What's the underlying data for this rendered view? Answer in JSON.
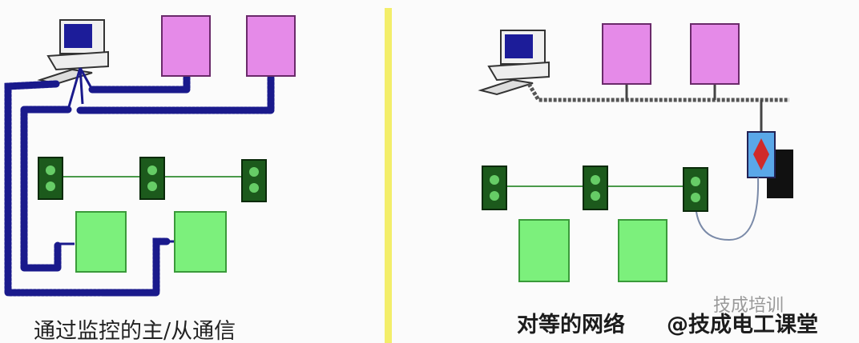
{
  "left_panel": {
    "caption": "通过监控的主/从通信"
  },
  "right_panel": {
    "caption": "对等的网络"
  },
  "watermark": {
    "top": "技成培训",
    "main": "@技成电工课堂"
  },
  "colors": {
    "divider": "#f3ee6a",
    "cable": "#1a1a8c",
    "controller": "#e58ae8",
    "socket": "#1c5a1c",
    "device": "#7cf07c",
    "bus": "#555555",
    "gateway": "#5aa7e8"
  }
}
